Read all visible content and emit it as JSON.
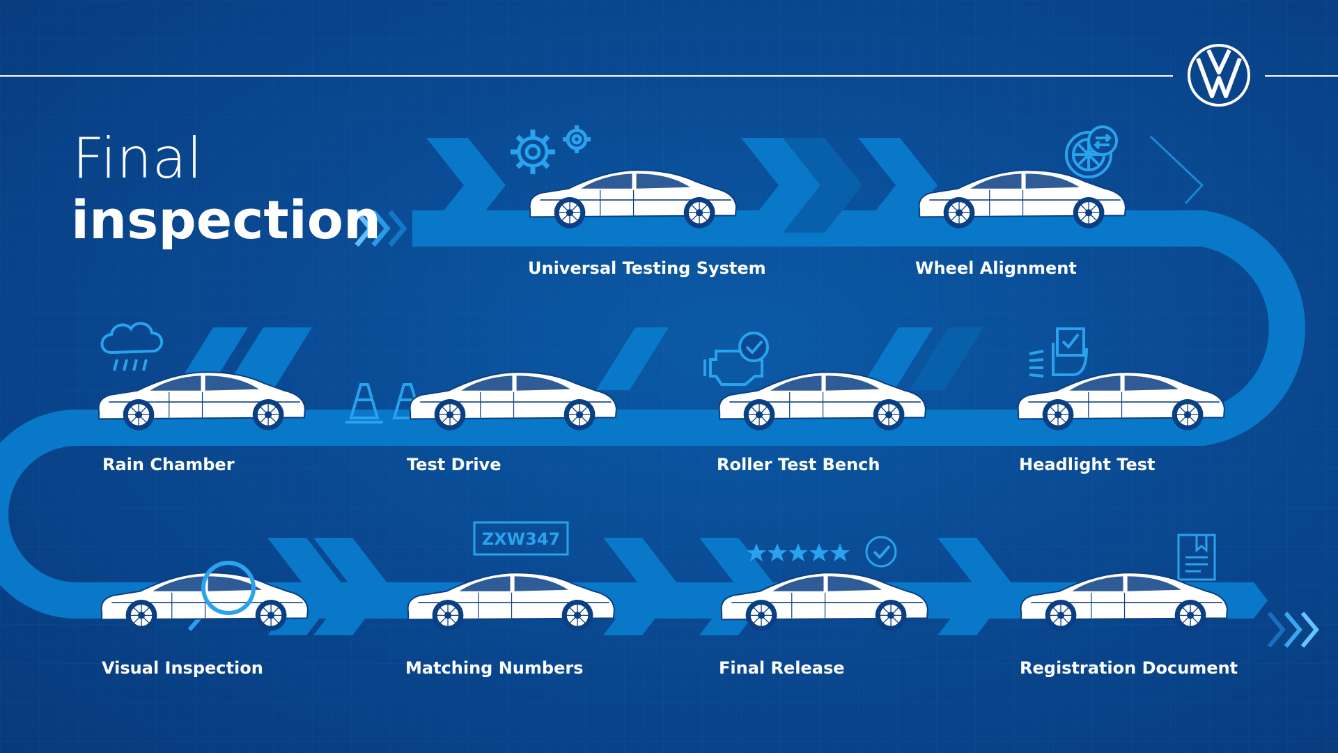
{
  "title": {
    "line1": "Final",
    "line2": "inspection"
  },
  "brand": {
    "logo_icon": "vw-logo-icon"
  },
  "colors": {
    "background": "#0a4a93",
    "path": "#0a78c8",
    "path_dark": "#0860ab",
    "icon_blue": "#29a3ee",
    "text": "#ffffff"
  },
  "plate": {
    "text": "ZXW347"
  },
  "stages": [
    {
      "label": "Universal Testing System",
      "icon": "gears-icon"
    },
    {
      "label": "Wheel Alignment",
      "icon": "wheel-alignment-icon"
    },
    {
      "label": "Rain Chamber",
      "icon": "rain-cloud-icon"
    },
    {
      "label": "Test Drive",
      "icon": "traffic-cones-icon"
    },
    {
      "label": "Roller Test Bench",
      "icon": "engine-check-icon"
    },
    {
      "label": "Headlight Test",
      "icon": "headlight-check-icon"
    },
    {
      "label": "Visual Inspection",
      "icon": "magnifier-icon"
    },
    {
      "label": "Matching Numbers",
      "icon": "license-plate-icon"
    },
    {
      "label": "Final Release",
      "icon": "five-stars-check-icon"
    },
    {
      "label": "Registration Document",
      "icon": "document-icon"
    }
  ]
}
